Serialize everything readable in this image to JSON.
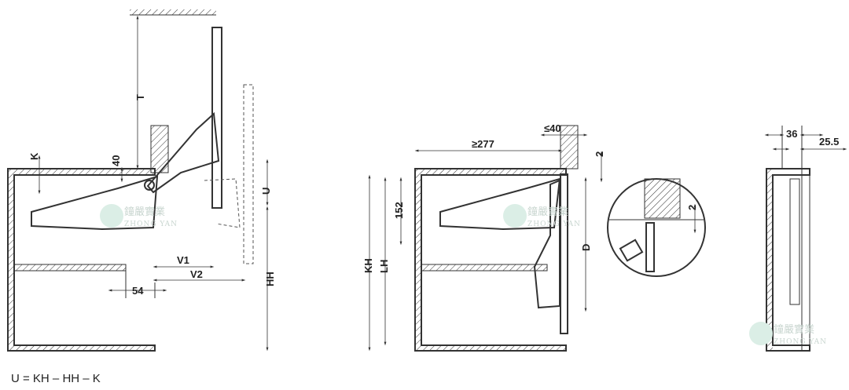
{
  "colors": {
    "line": "#333333",
    "watermark": "#c9d6d0",
    "mechanism": "#ffffff"
  },
  "left_view": {
    "labels": {
      "k": "K",
      "forty": "40",
      "t": "T",
      "u": "U",
      "hh": "HH",
      "v1": "V1",
      "v2": "V2",
      "fiftyfour": "54"
    },
    "formula": "U = KH – HH – K"
  },
  "middle_view": {
    "labels": {
      "kh": "KH",
      "lh": "LH",
      "h152": "152",
      "ge277": "≥277",
      "le40": "≤40",
      "gap2": "2",
      "d": "D",
      "detail2": "2"
    }
  },
  "right_view": {
    "labels": {
      "w36": "36",
      "w255": "25.5"
    }
  },
  "watermark": {
    "chinese": "鐘嚴實業",
    "latin": "ZHONG YAN"
  }
}
